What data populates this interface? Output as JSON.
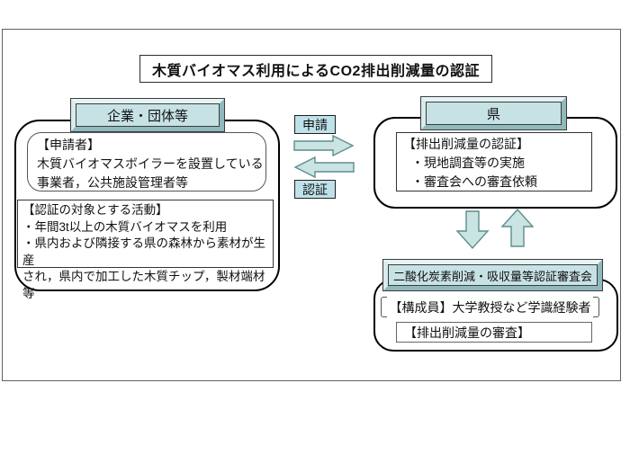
{
  "title": "木質バイオマス利用によるCO2排出削減量の認証",
  "colors": {
    "header_fill": "#c7e2e5",
    "bevel_light": "#e6f3f4",
    "bevel_dark": "#8fb9bd",
    "arrow_fill": "#c9e4e3",
    "arrow_border": "#5d8d8c",
    "flow_label_fill": "#bfe2ea",
    "frame_border": "#606060"
  },
  "left_group": {
    "header": "企業・団体等",
    "applicant_box": {
      "lines": [
        "【申請者】",
        "木質バイオマスボイラーを設置している",
        "事業者，公共施設管理者等"
      ]
    },
    "activity_box": {
      "lines": [
        "【認証の対象とする活動】",
        "・年間3t以上の木質バイオマスを利用",
        "・県内および隣接する県の森林から素材が生産",
        "され，県内で加工した木質チップ，製材端材等"
      ]
    }
  },
  "flow": {
    "request_label": "申請",
    "certify_label": "認証",
    "icons": [
      "arrow-right",
      "arrow-left",
      "arrow-down",
      "arrow-up"
    ]
  },
  "right_group": {
    "header": "県",
    "cert_box": {
      "lines": [
        "【排出削減量の認証】",
        "・現地調査等の実施",
        "・審査会への審査依頼"
      ]
    }
  },
  "committee_group": {
    "header": "二酸化炭素削減・吸収量等認証審査会",
    "members_line": "【構成員】大学教授など学識経験者",
    "review_box_label": "【排出削減量の審査】"
  }
}
